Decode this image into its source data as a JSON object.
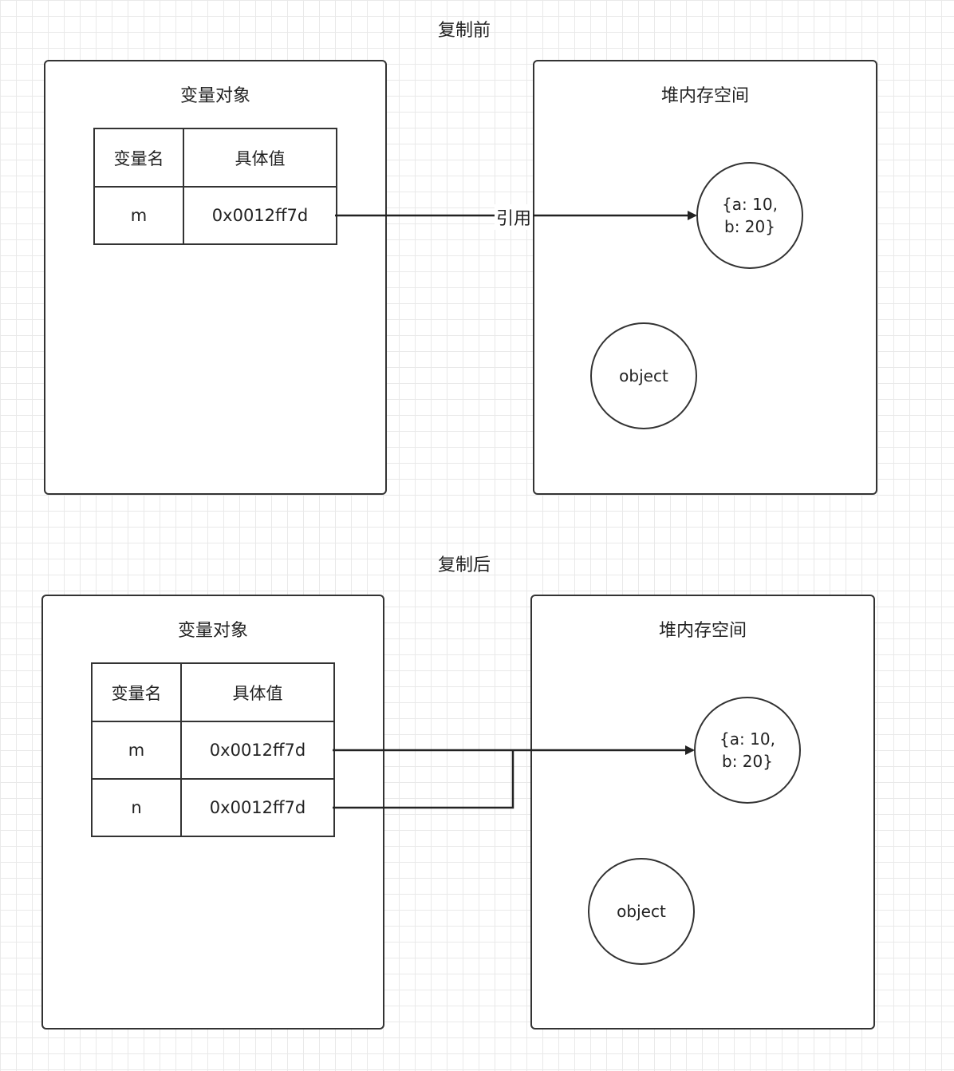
{
  "before": {
    "heading": "复制前",
    "stack": {
      "title": "变量对象",
      "header": [
        "变量名",
        "具体值"
      ],
      "rows": [
        {
          "name": "m",
          "value": "0x0012ff7d"
        }
      ]
    },
    "heap": {
      "title": "堆内存空间",
      "object1": "{a: 10,\nb: 20}",
      "object2": "object"
    },
    "arrow_label": "引用"
  },
  "after": {
    "heading": "复制后",
    "stack": {
      "title": "变量对象",
      "header": [
        "变量名",
        "具体值"
      ],
      "rows": [
        {
          "name": "m",
          "value": "0x0012ff7d"
        },
        {
          "name": "n",
          "value": "0x0012ff7d"
        }
      ]
    },
    "heap": {
      "title": "堆内存空间",
      "object1": "{a: 10,\nb: 20}",
      "object2": "object"
    }
  }
}
